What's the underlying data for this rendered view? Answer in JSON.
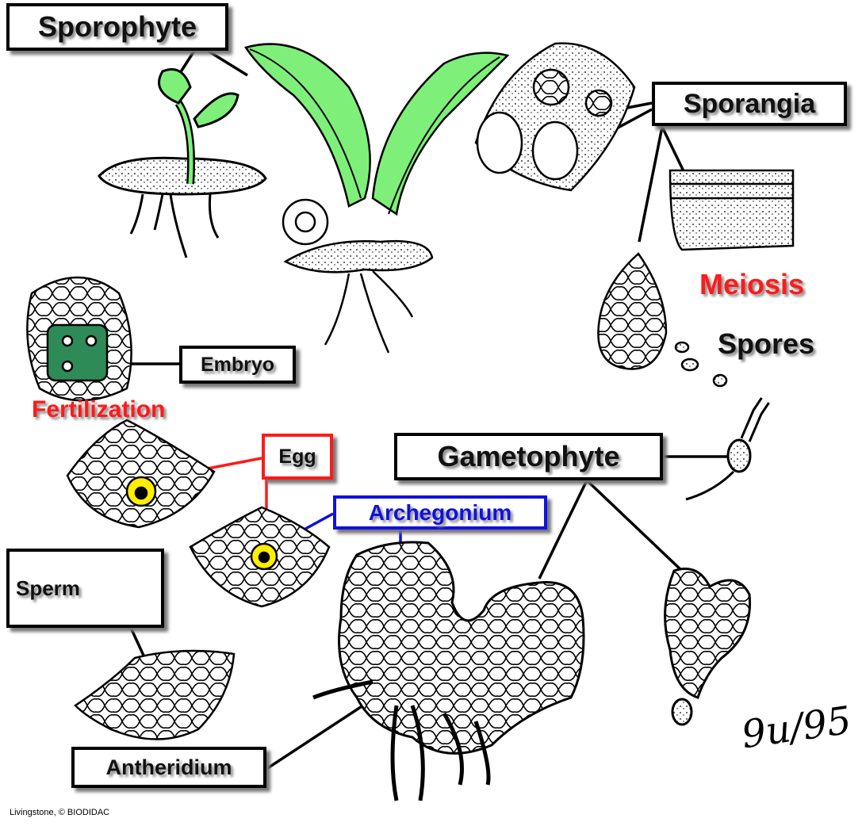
{
  "labels": {
    "sporophyte": "Sporophyte",
    "sporangia": "Sporangia",
    "meiosis": "Meiosis",
    "spores": "Spores",
    "embryo": "Embryo",
    "fertilization": "Fertilization",
    "egg": "Egg",
    "archegonium": "Archegonium",
    "gametophyte": "Gametophyte",
    "sperm": "Sperm",
    "antheridium": "Antheridium"
  },
  "signature": "9u/95",
  "credit": "Livingstone, © BIODIDAC",
  "colors": {
    "plant_green": "#7ef07a",
    "red": "#ff1a1a",
    "blue": "#1010e0",
    "egg_yellow": "#ffee00",
    "embryo_green": "#2e8b57"
  }
}
